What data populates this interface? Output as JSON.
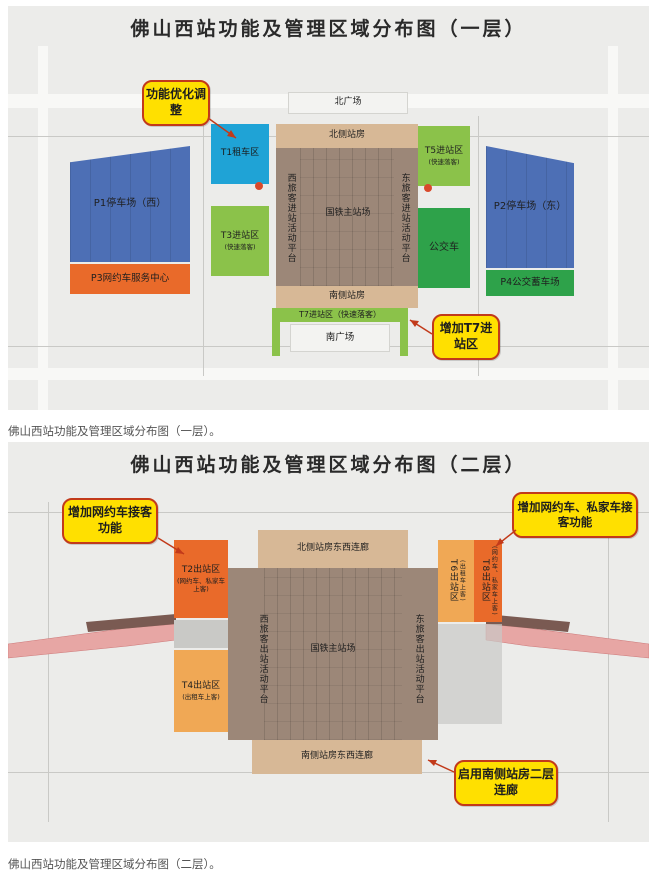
{
  "floor1": {
    "title": "佛山西站功能及管理区域分布图（一层）",
    "caption": "佛山西站功能及管理区域分布图（一层）。",
    "zones": {
      "north_plaza": "北广场",
      "north_station_building": "北侧站房",
      "t1": "T1租车区",
      "t5": "T5进站区",
      "t5_sub": "(快速落客)",
      "west_platform": "西旅客进站活动平台",
      "east_platform": "东旅客进站活动平台",
      "main_station": "国铁主站场",
      "t3": "T3进站区",
      "t3_sub": "(快速落客)",
      "bus": "公交车",
      "p1": "P1停车场（西）",
      "p2": "P2停车场（东）",
      "p3": "P3网约车服务中心",
      "p4": "P4公交蓄车场",
      "south_station_building": "南侧站房",
      "t7": "T7进站区（快速落客）",
      "south_plaza": "南广场"
    },
    "callouts": {
      "adjust": "功能优化调整",
      "add_t7": "增加T7进站区"
    }
  },
  "floor2": {
    "title": "佛山西站功能及管理区域分布图（二层）",
    "caption": "佛山西站功能及管理区域分布图（二层）。",
    "zones": {
      "north_corridor": "北侧站房东西连廊",
      "t2": "T2出站区",
      "t2_sub": "(网约车、私家车上客)",
      "t4": "T4出站区",
      "t4_sub": "(出租车上客)",
      "west_platform": "西旅客出站活动平台",
      "east_platform": "东旅客出站活动平台",
      "main_station": "国铁主站场",
      "t6": "T6出站区",
      "t6_sub": "(出租车上客)",
      "t8": "T8出站区",
      "t8_sub": "(网约车、私家车上客)",
      "south_corridor": "南侧站房东西连廊"
    },
    "callouts": {
      "add_ride": "增加网约车接客功能",
      "add_ride_private": "增加网约车、私家车接客功能",
      "enable_south": "启用南侧站房二层连廊"
    }
  },
  "colors": {
    "parking_blue": "#4d6fb5",
    "orange": "#e96a2a",
    "green": "#8bc24a",
    "dark_green": "#2ea24a",
    "cyan": "#1fa3d6",
    "tan": "#d7b896",
    "brown": "#9c8778",
    "callout_yellow": "#ffe000",
    "callout_border": "#c23a1a"
  }
}
